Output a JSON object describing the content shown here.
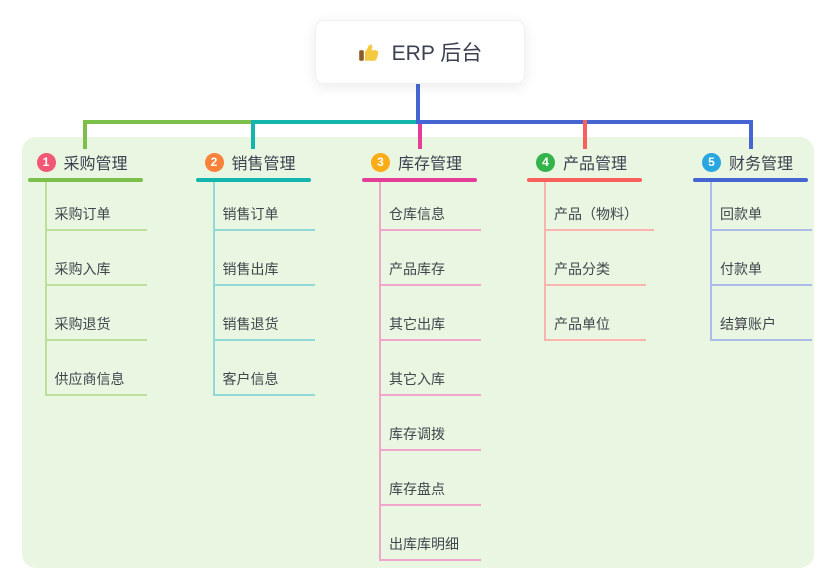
{
  "root": {
    "label": "ERP 后台",
    "icon": "thumbs-up-icon"
  },
  "colors": {
    "canvas_bg": "#ffffff",
    "panel_bg": "#e9f6e1",
    "root_line": "#4565d2",
    "heading_text": "#3b4150",
    "child_text": "#41464d"
  },
  "branches": [
    {
      "number": "1",
      "label": "采购管理",
      "badge_color": "#f25874",
      "line_color": "#7cbf4b",
      "child_line_color": "#bcdf9e",
      "children": [
        "采购订单",
        "采购入库",
        "采购退货",
        "供应商信息"
      ]
    },
    {
      "number": "2",
      "label": "销售管理",
      "badge_color": "#f8823a",
      "line_color": "#13b5ac",
      "child_line_color": "#92d9d5",
      "children": [
        "销售订单",
        "销售出库",
        "销售退货",
        "客户信息"
      ]
    },
    {
      "number": "3",
      "label": "库存管理",
      "badge_color": "#fbad18",
      "line_color": "#e33d97",
      "child_line_color": "#f2a6cc",
      "children": [
        "仓库信息",
        "产品库存",
        "其它出库",
        "其它入库",
        "库存调拨",
        "库存盘点",
        "出库库明细"
      ]
    },
    {
      "number": "4",
      "label": "产品管理",
      "badge_color": "#35b34b",
      "line_color": "#f8605c",
      "child_line_color": "#fcb5ae",
      "children": [
        "产品（物料）",
        "产品分类",
        "产品单位"
      ]
    },
    {
      "number": "5",
      "label": "财务管理",
      "badge_color": "#28a6df",
      "line_color": "#4565d2",
      "child_line_color": "#abbcea",
      "children": [
        "回款单",
        "付款单",
        "结算账户"
      ]
    }
  ]
}
